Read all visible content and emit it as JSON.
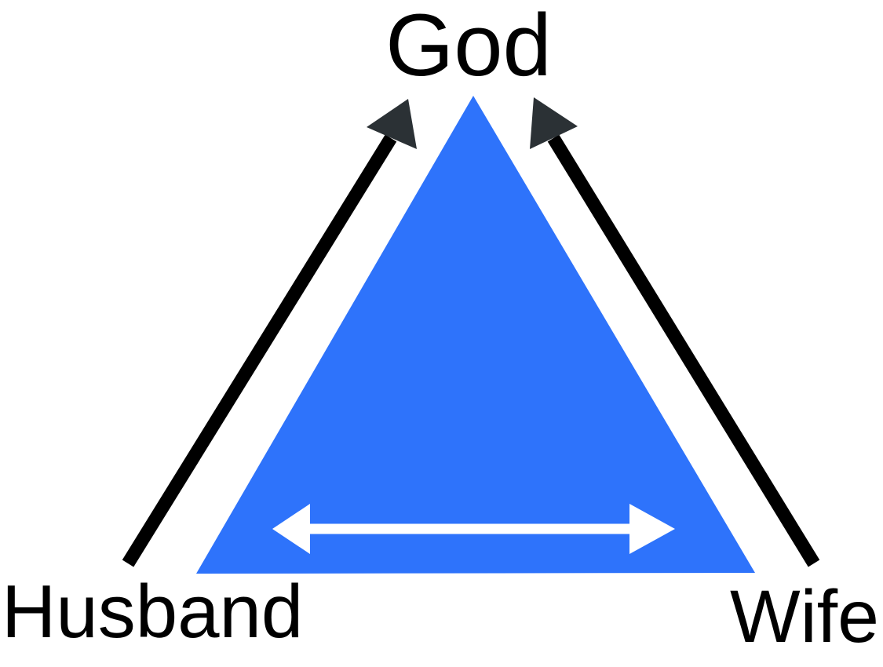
{
  "diagram": {
    "title": "God-Husband-Wife marriage triangle",
    "type": "relationship-triangle",
    "nodes": {
      "god": {
        "label": "God",
        "position": "top"
      },
      "husband": {
        "label": "Husband",
        "position": "bottom-left"
      },
      "wife": {
        "label": "Wife",
        "position": "bottom-right"
      }
    },
    "relations": [
      {
        "from": "Husband",
        "to": "God",
        "icon": "arrow-up-right-icon",
        "style": "solid black arrow with dark charcoal head"
      },
      {
        "from": "Wife",
        "to": "God",
        "icon": "arrow-up-left-icon",
        "style": "solid black arrow with dark charcoal head"
      },
      {
        "from": "Husband",
        "to": "Wife",
        "icon": "double-headed-arrow-icon",
        "style": "white horizontal double arrow inside triangle"
      }
    ],
    "colors": {
      "background": "#FFFFFF",
      "triangle": "#2E73FB",
      "arrow_shaft": "#000000",
      "arrow_head": "#2B3135",
      "double_arrow": "#FFFFFF",
      "text": "#000000"
    }
  }
}
